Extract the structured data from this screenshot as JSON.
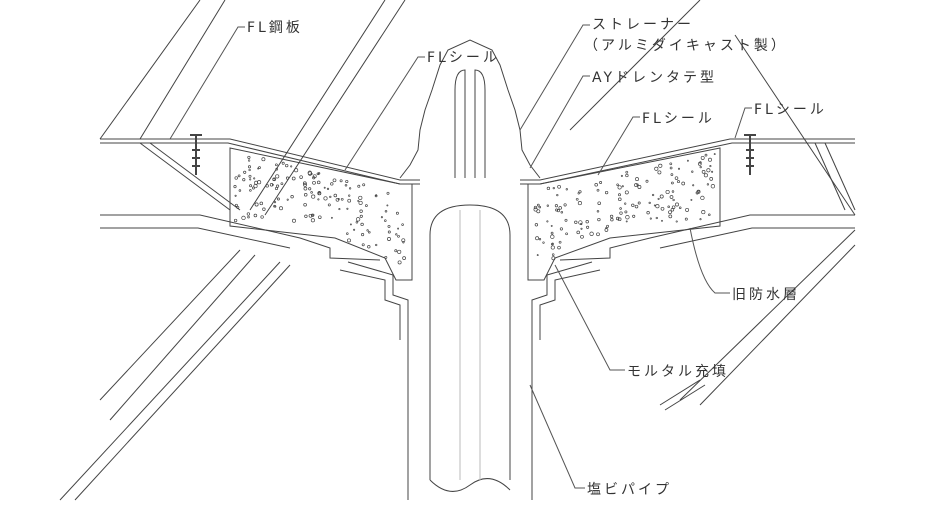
{
  "labels": {
    "fl_steel_plate": "FL鋼板",
    "fl_seal_left": "FLシール",
    "strainer_line1": "ストレーナー",
    "strainer_line2": "（アルミダイキャスト製）",
    "ay_drain": "AYドレンタテ型",
    "fl_seal_center_right": "FLシール",
    "fl_seal_right": "FLシール",
    "old_waterproof_layer": "旧防水層",
    "mortar_fill": "モルタル充填",
    "pvc_pipe": "塩ビパイプ"
  }
}
